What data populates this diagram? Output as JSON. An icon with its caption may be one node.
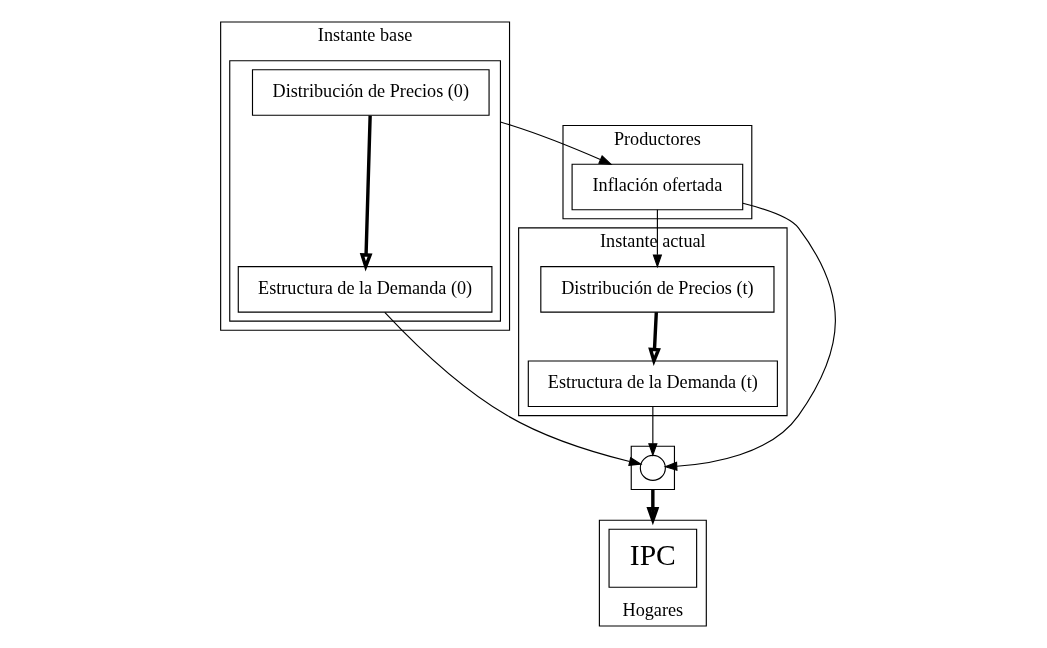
{
  "diagram": {
    "nodes": [
      {
        "text": [
          "Instante base"
        ]
      },
      {
        "text": [],
        "shape": "box",
        "in": 0
      },
      {
        "text": [
          "Distribución de Precios (0)"
        ],
        "in": 1
      },
      {
        "text": [
          "Estructura de la Demanda (0)"
        ],
        "in": 1
      },
      {
        "text": [
          "Productores"
        ]
      },
      {
        "text": [
          "Inflación ofertada"
        ],
        "in": 4
      },
      {
        "text": [],
        "shape": "box"
      },
      {
        "text": [],
        "shape": "circle",
        "in": 6
      },
      {
        "text": [
          "Hogares"
        ]
      },
      {
        "text": [
          "IPC"
        ],
        "in": 8
      },
      {
        "text": [
          "Instante actual"
        ]
      },
      {
        "text": [
          "Distribución de Precios (t)"
        ],
        "in": 10
      },
      {
        "text": [
          "Estructura de la Demanda (t)"
        ],
        "in": 10
      }
    ],
    "edges": [
      {
        "from": 2,
        "to": 3,
        "arrow": "to",
        "style": "thick"
      },
      {
        "from": 1,
        "to": 5,
        "arrow": "to"
      },
      {
        "from": 5,
        "to": 11,
        "arrow": "to"
      },
      {
        "from": 5,
        "to": 7,
        "arrow": "to"
      },
      {
        "from": 3,
        "to": 7,
        "arrow": "to"
      },
      {
        "from": 12,
        "to": 7,
        "arrow": "to"
      },
      {
        "from": 6,
        "to": 8,
        "arrow": "to",
        "style": "thick"
      },
      {
        "from": 11,
        "to": 12,
        "arrow": "to",
        "style": "thick"
      }
    ]
  }
}
